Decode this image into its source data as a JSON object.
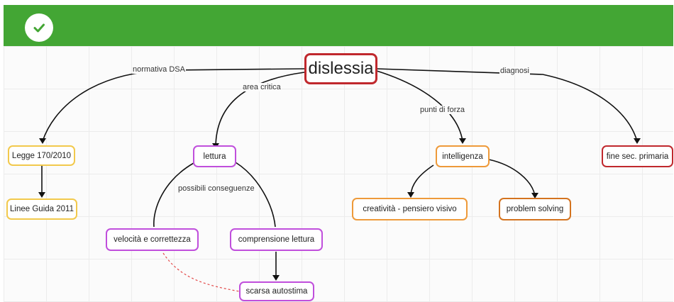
{
  "banner": {
    "icon": "checkmark-icon",
    "color": "#43a634"
  },
  "map": {
    "root": "dislessia",
    "nodes": {
      "legge": "Legge 170/2010",
      "linee_guida": "Linee Guida 2011",
      "lettura": "lettura",
      "velocita": "velocità e correttezza",
      "comprensione": "comprensione lettura",
      "autostima": "scarsa autostima",
      "intelligenza": "intelligenza",
      "creativita": "creatività - pensiero visivo",
      "problem_solving": "problem solving",
      "fine_sec": "fine sec. primaria"
    },
    "edge_labels": {
      "normativa": "normativa DSA",
      "area_critica": "area critica",
      "punti_forza": "punti di forza",
      "diagnosi": "diagnosi",
      "conseguenze": "possibili conseguenze"
    }
  },
  "colors": {
    "red": "#c0282d",
    "yellow": "#f2c94c",
    "purple": "#c04fdc",
    "orange": "#ee9a3a",
    "dark_orange": "#d4731f",
    "dashed": "#e34c4c"
  }
}
